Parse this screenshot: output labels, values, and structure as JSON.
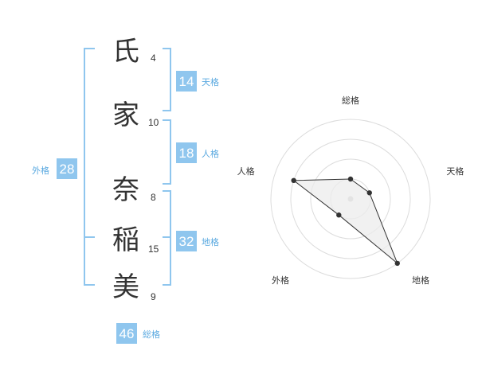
{
  "name_chars": [
    {
      "char": "氏",
      "strokes": "4"
    },
    {
      "char": "家",
      "strokes": "10"
    },
    {
      "char": "奈",
      "strokes": "8"
    },
    {
      "char": "稲",
      "strokes": "15"
    },
    {
      "char": "美",
      "strokes": "9"
    }
  ],
  "kaku": {
    "tenkaku": {
      "label": "天格",
      "value": "14"
    },
    "jinkaku": {
      "label": "人格",
      "value": "18"
    },
    "chikaku": {
      "label": "地格",
      "value": "32"
    },
    "gaikaku": {
      "label": "外格",
      "value": "28"
    },
    "soukaku": {
      "label": "総格",
      "value": "46"
    }
  },
  "colors": {
    "accent": "#8fc6ee",
    "accent_text": "#5aa9e0",
    "radar_fill": "#ececec",
    "radar_line": "#333333"
  },
  "chart_data": {
    "type": "radar",
    "axes": [
      "総格",
      "天格",
      "地格",
      "外格",
      "人格"
    ],
    "values": [
      1,
      1,
      4,
      1,
      3
    ],
    "range": [
      0,
      4
    ],
    "rings": 4
  }
}
